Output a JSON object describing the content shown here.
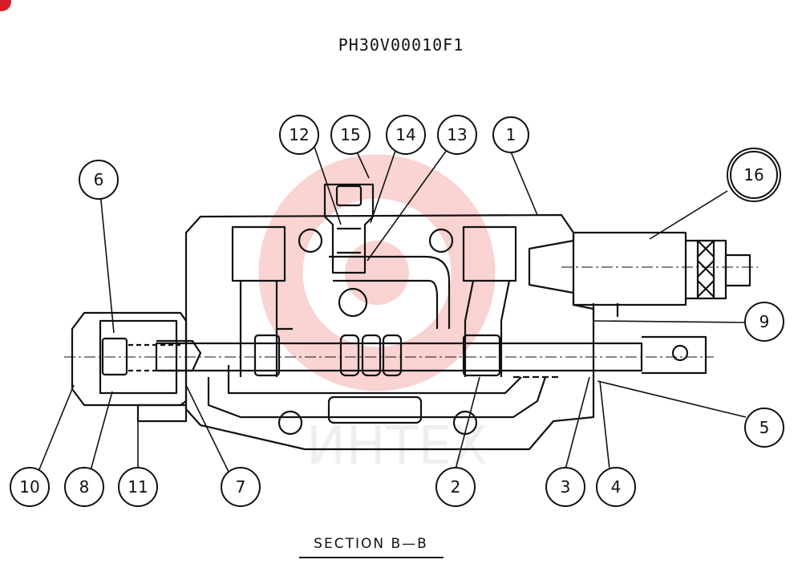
{
  "drawing_code": "PH30V00010F1",
  "section_label": "SECTION  B—B",
  "watermark_text": "ИНТЕХ",
  "colors": {
    "ink": "#111111",
    "watermark": "#e53935",
    "corner_mark": "#d81c2a"
  },
  "callouts": [
    {
      "id": "c12",
      "label": "12"
    },
    {
      "id": "c15",
      "label": "15"
    },
    {
      "id": "c14",
      "label": "14"
    },
    {
      "id": "c13",
      "label": "13"
    },
    {
      "id": "c1",
      "label": "1"
    },
    {
      "id": "c16",
      "label": "16"
    },
    {
      "id": "c6",
      "label": "6"
    },
    {
      "id": "c9",
      "label": "9"
    },
    {
      "id": "c5",
      "label": "5"
    },
    {
      "id": "c10",
      "label": "10"
    },
    {
      "id": "c8",
      "label": "8"
    },
    {
      "id": "c11",
      "label": "11"
    },
    {
      "id": "c7",
      "label": "7"
    },
    {
      "id": "c2",
      "label": "2"
    },
    {
      "id": "c3",
      "label": "3"
    },
    {
      "id": "c4",
      "label": "4"
    }
  ]
}
